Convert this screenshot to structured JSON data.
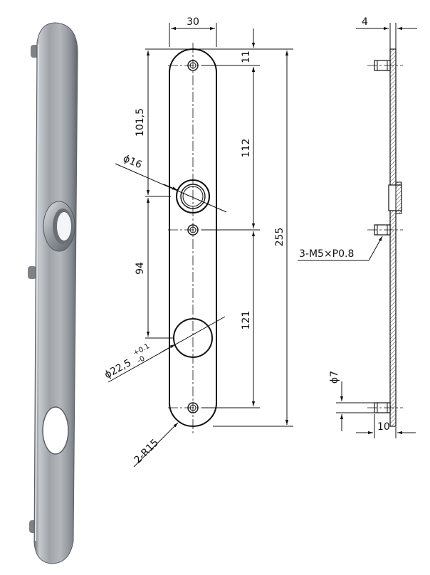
{
  "drawing": {
    "plate_width": "30",
    "plate_thickness": "4",
    "top_hole_offset": "11",
    "top_to_spindle": "101,5",
    "top_to_spindle_center": "112",
    "total_length": "255",
    "spindle_to_lower_hole": "94",
    "lower_hole_to_bottom": "121",
    "spindle_hole_diameter": "ϕ16",
    "lower_hole_diameter": "ϕ22,5",
    "lower_hole_tolerance_upper": "+0.1",
    "lower_hole_tolerance_lower": "-0",
    "end_radius": "2-R15",
    "thread_callout": "3-M5×P0.8",
    "boss_diameter": "ϕ7",
    "boss_length": "10"
  }
}
